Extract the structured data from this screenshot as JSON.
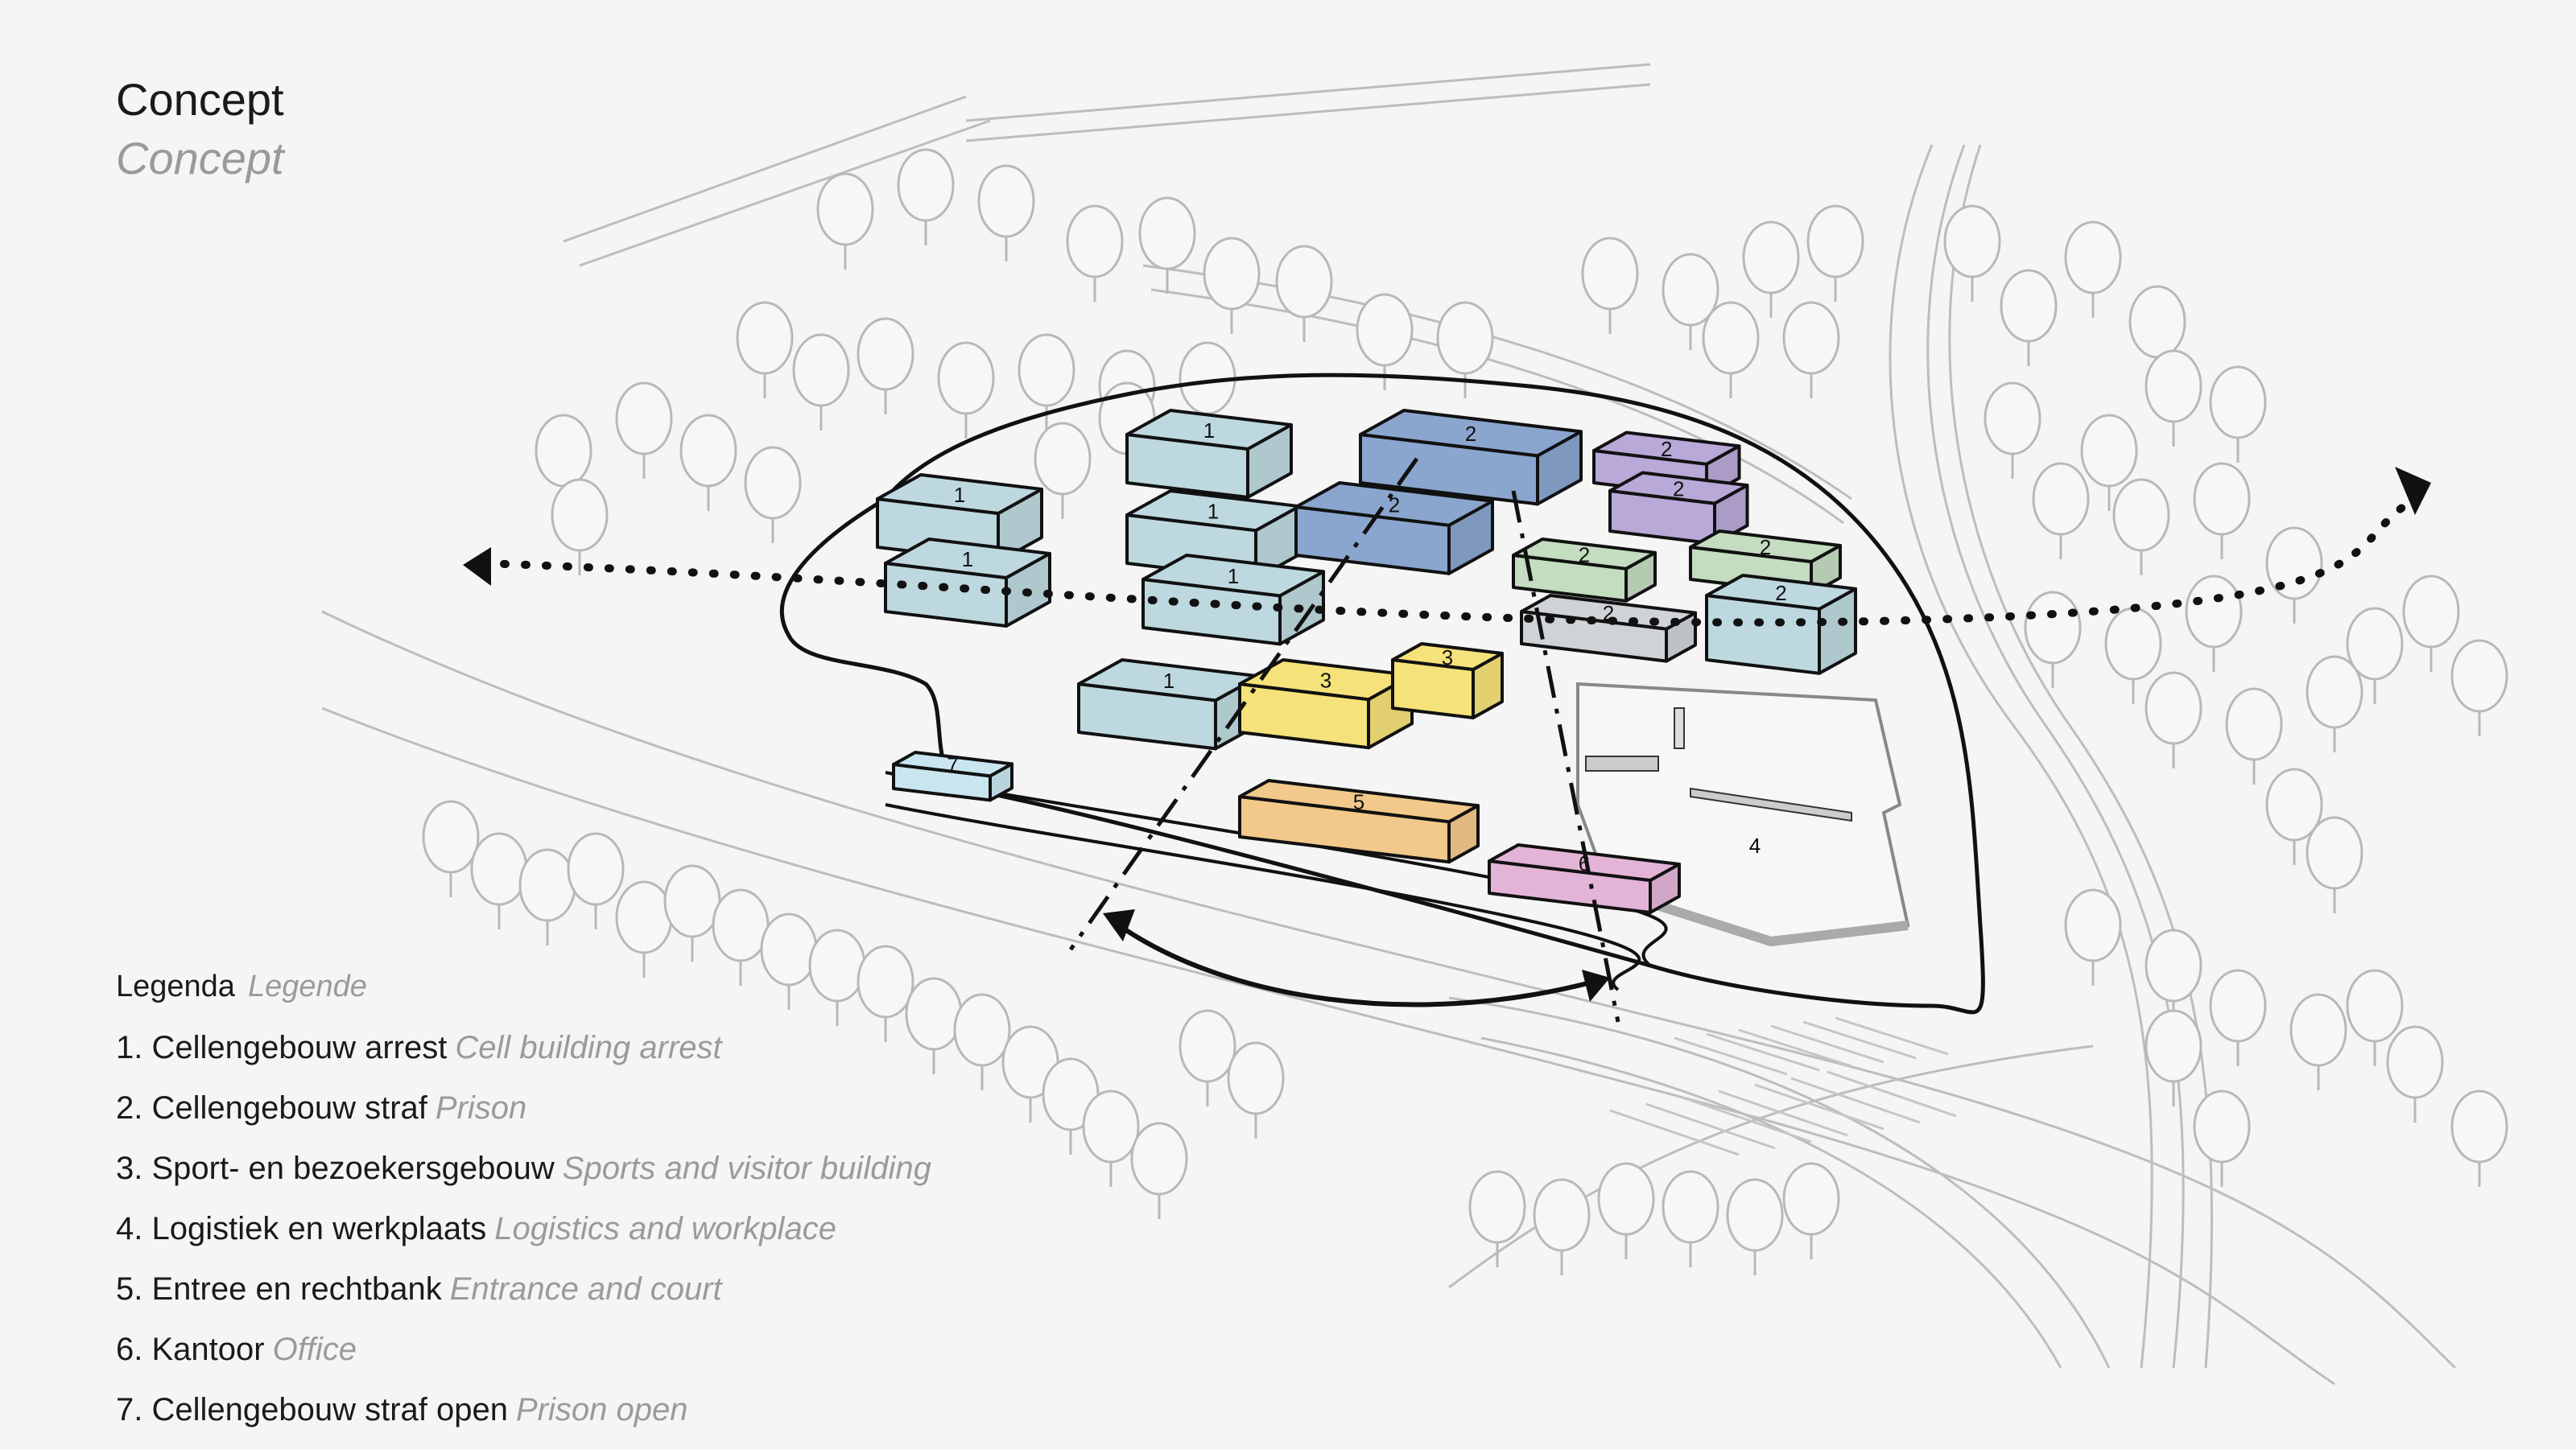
{
  "title": "Concept",
  "subtitle": "Concept",
  "legend": {
    "heading": "Legenda",
    "heading_en": "Legende",
    "items": [
      {
        "label": "1. Cellengebouw arrest",
        "en": "Cell building arrest"
      },
      {
        "label": "2. Cellengebouw straf",
        "en": "Prison"
      },
      {
        "label": "3. Sport- en bezoekersgebouw",
        "en": "Sports and visitor building"
      },
      {
        "label": "4. Logistiek en werkplaats",
        "en": "Logistics and workplace"
      },
      {
        "label": "5. Entree en rechtbank",
        "en": "Entrance and court"
      },
      {
        "label": "6. Kantoor",
        "en": "Office"
      },
      {
        "label": "7. Cellengebouw straf open",
        "en": "Prison open"
      }
    ]
  },
  "buildings": [
    {
      "label": "1",
      "type": 1
    },
    {
      "label": "1",
      "type": 1
    },
    {
      "label": "1",
      "type": 1
    },
    {
      "label": "1",
      "type": 1
    },
    {
      "label": "1",
      "type": 1
    },
    {
      "label": "1",
      "type": 1
    },
    {
      "label": "2",
      "type": 2
    },
    {
      "label": "2",
      "type": 2
    },
    {
      "label": "2",
      "type": 2
    },
    {
      "label": "2",
      "type": 2
    },
    {
      "label": "2",
      "type": 2
    },
    {
      "label": "2",
      "type": 2
    },
    {
      "label": "2",
      "type": 2
    },
    {
      "label": "2",
      "type": 2
    },
    {
      "label": "3",
      "type": 3
    },
    {
      "label": "3",
      "type": 3
    },
    {
      "label": "5",
      "type": 5
    },
    {
      "label": "6",
      "type": 6
    },
    {
      "label": "7",
      "type": 7
    }
  ],
  "site_label": "4",
  "colors": {
    "type1": "#bdd9df",
    "type2_blue": "#8aa6cf",
    "type2_purple": "#b9a9d8",
    "type2_green": "#c4dcc0",
    "type2_gray": "#cfd3d8",
    "type3": "#f6e27a",
    "type5": "#f2c98a",
    "type6": "#e3b4d8",
    "type7": "#c9e6f0",
    "background": "#f5f5f5",
    "line": "#111111"
  }
}
